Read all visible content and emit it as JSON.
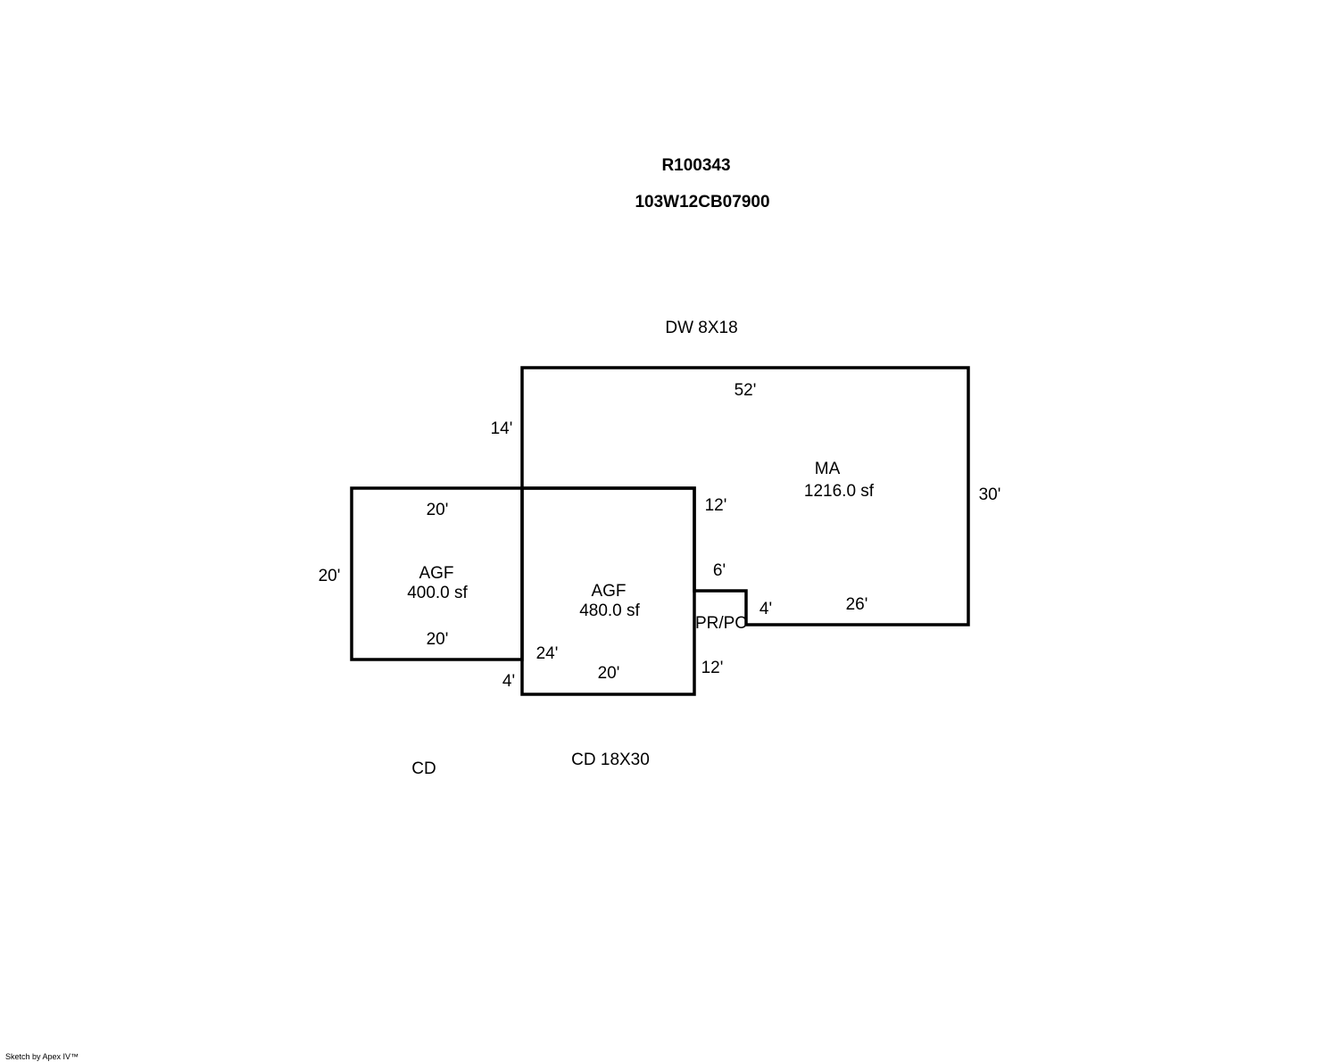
{
  "header": {
    "parcel_id": "R100343",
    "map_number": "103W12CB07900"
  },
  "labels": {
    "driveway": "DW 8X18",
    "cd_left": "CD",
    "cd_main": "CD 18X30",
    "pr_pc": "PR/PC",
    "footer": "Sketch by Apex IV™"
  },
  "areas": {
    "ma": {
      "name": "MA",
      "area": "1216.0 sf"
    },
    "agf_left": {
      "name": "AGF",
      "area": "400.0 sf"
    },
    "agf_right": {
      "name": "AGF",
      "area": "480.0 sf"
    }
  },
  "dimensions": {
    "ma_top": "52'",
    "ma_left": "14'",
    "ma_right": "30'",
    "ma_bottom": "26'",
    "ma_step_v": "4'",
    "pr_top": "6'",
    "agf_r_right_top": "12'",
    "agf_r_right_bottom": "12'",
    "agf_r_bottom": "20'",
    "agf_r_left": "24'",
    "agf_r_left_small": "4'",
    "agf_l_top": "20'",
    "agf_l_bottom": "20'",
    "agf_l_left": "20'"
  },
  "colors": {
    "line": "#000000",
    "background": "#ffffff"
  }
}
